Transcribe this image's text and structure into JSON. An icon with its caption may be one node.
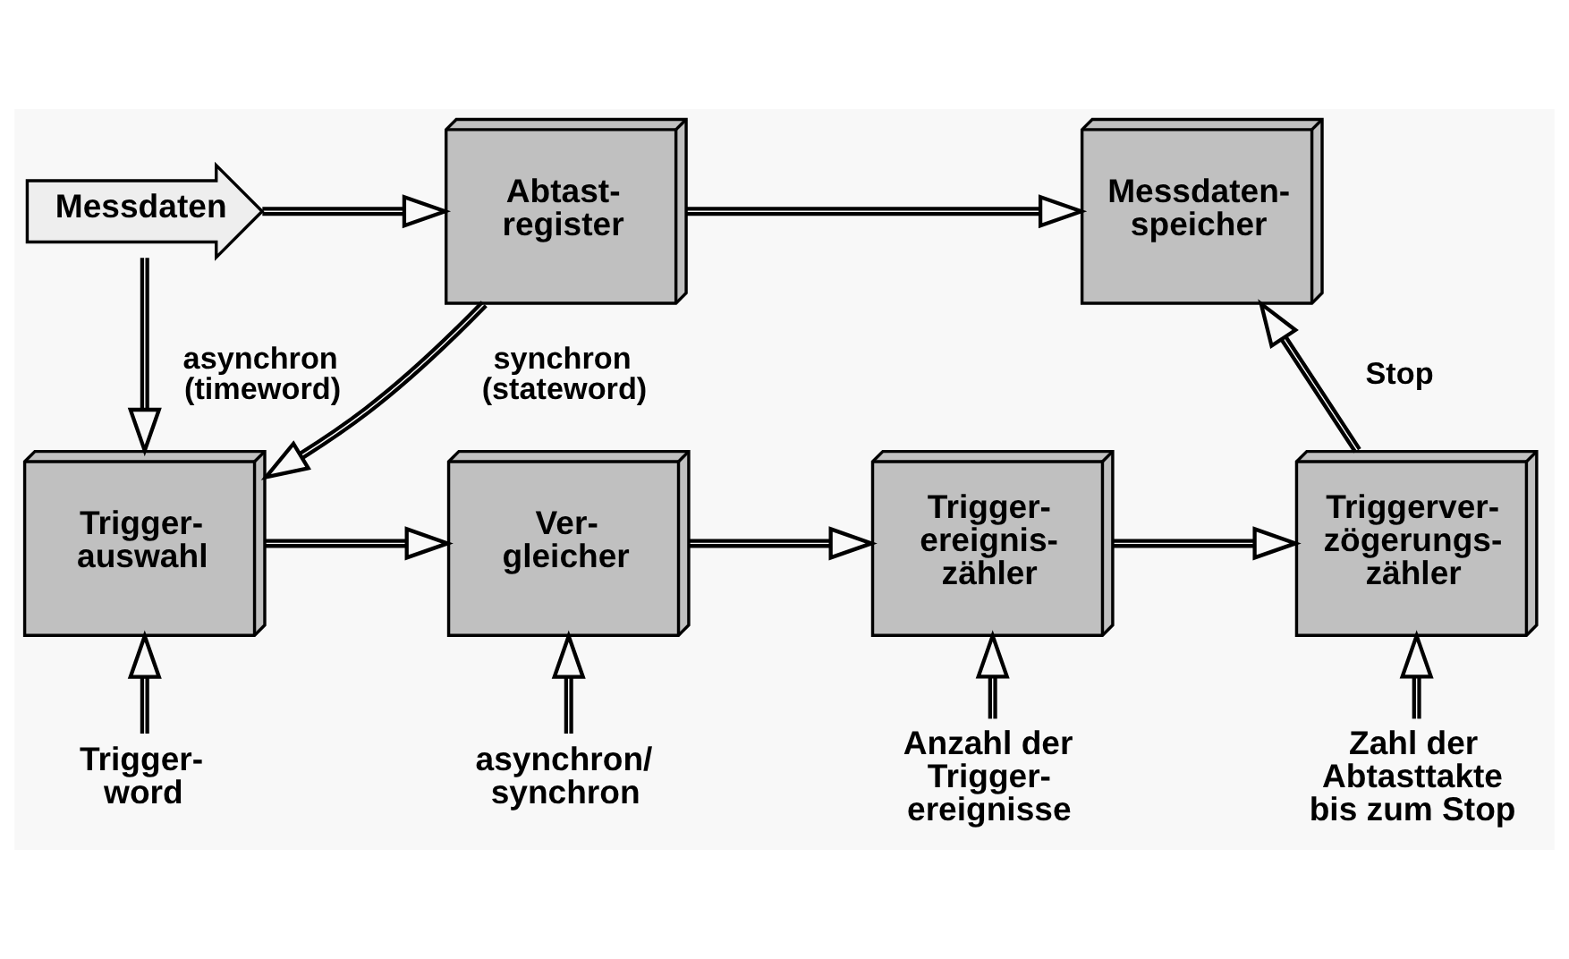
{
  "diagram": {
    "nodes": [
      {
        "text": [
          "Messdaten"
        ]
      },
      {
        "text": [
          "Abtast- register"
        ]
      },
      {
        "text": [
          "Messdaten- speicher"
        ]
      },
      {
        "text": [
          "Trigger- auswahl"
        ]
      },
      {
        "text": [
          "Ver- gleicher"
        ]
      },
      {
        "text": [
          "Trigger- ereignis- zähler"
        ]
      },
      {
        "text": [
          "Triggerver- zögerungs- zähler"
        ]
      },
      {
        "text": [
          "Trigger- word"
        ]
      },
      {
        "text": [
          "asynchron/ synchron"
        ]
      },
      {
        "text": [
          "Anzahl der Trigger- ereignisse"
        ]
      },
      {
        "text": [
          "Zahl der Abtasttakte bis zum Stop"
        ]
      }
    ],
    "edges": [
      {
        "from": 0,
        "to": 1,
        "arrow": "to"
      },
      {
        "from": 1,
        "to": 2,
        "arrow": "to"
      },
      {
        "from": 1,
        "to": 3,
        "arrow": "to",
        "label": "synchron (stateword)"
      },
      {
        "from": 0,
        "to": 3,
        "arrow": "to",
        "label": "asynchron (timeword)"
      },
      {
        "from": 3,
        "to": 4,
        "arrow": "to"
      },
      {
        "from": 4,
        "to": 5,
        "arrow": "to"
      },
      {
        "from": 5,
        "to": 6,
        "arrow": "to"
      },
      {
        "from": 6,
        "to": 2,
        "arrow": "to",
        "label": "Stop"
      },
      {
        "from": 7,
        "to": 3,
        "arrow": "to"
      },
      {
        "from": 8,
        "to": 4,
        "arrow": "to"
      },
      {
        "from": 9,
        "to": 5,
        "arrow": "to"
      },
      {
        "from": 10,
        "to": 6,
        "arrow": "to"
      }
    ]
  }
}
